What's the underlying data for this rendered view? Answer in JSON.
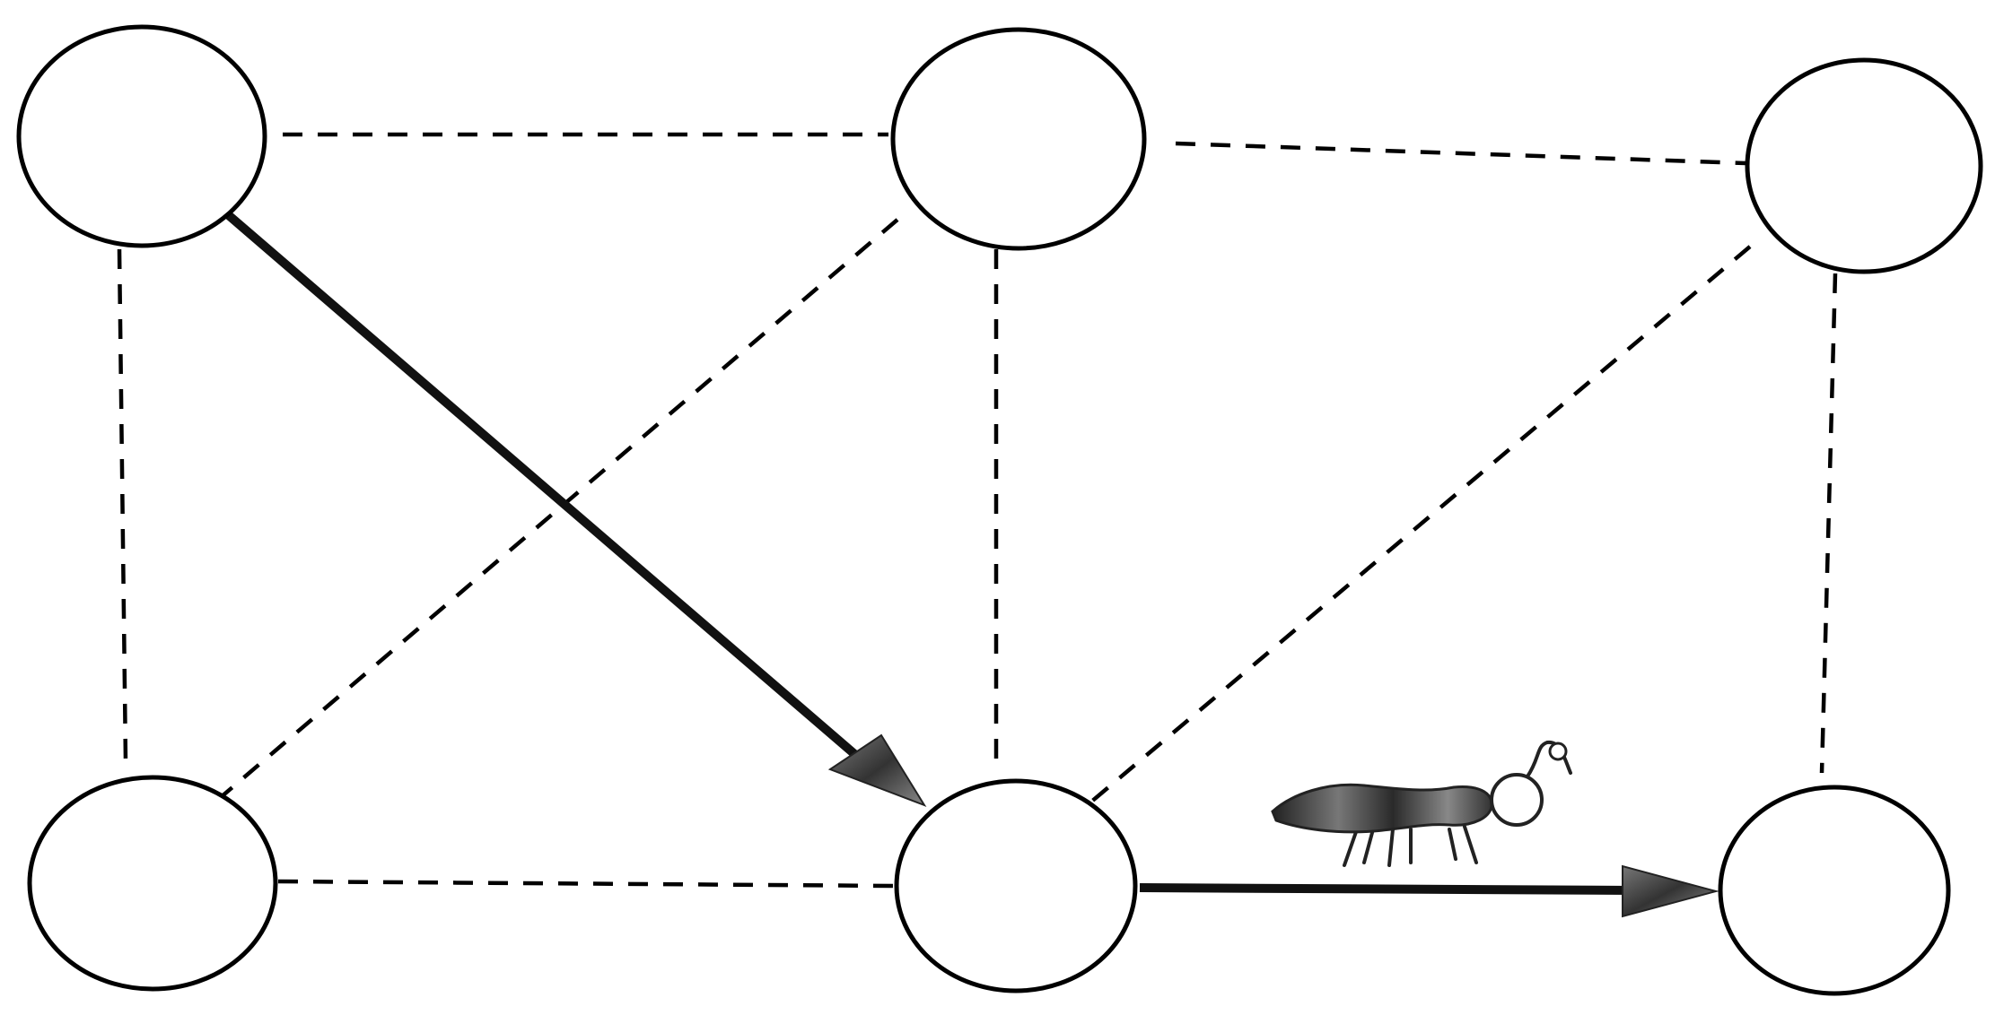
{
  "diagram": {
    "type": "graph",
    "nodes": [
      {
        "id": "n1"
      },
      {
        "id": "n2"
      },
      {
        "id": "n3"
      },
      {
        "id": "n4"
      },
      {
        "id": "n5"
      },
      {
        "id": "n6"
      }
    ],
    "edges": [
      {
        "from": "n1",
        "to": "n2",
        "style": "dashed"
      },
      {
        "from": "n2",
        "to": "n3",
        "style": "dashed"
      },
      {
        "from": "n1",
        "to": "n4",
        "style": "dashed"
      },
      {
        "from": "n2",
        "to": "n5",
        "style": "dashed"
      },
      {
        "from": "n3",
        "to": "n6",
        "style": "dashed"
      },
      {
        "from": "n4",
        "to": "n5",
        "style": "dashed"
      },
      {
        "from": "n2",
        "to": "n4",
        "style": "dashed"
      },
      {
        "from": "n3",
        "to": "n5",
        "style": "dashed"
      }
    ],
    "path_arrows": [
      {
        "from": "n1",
        "to": "n5"
      },
      {
        "from": "n5",
        "to": "n6"
      }
    ],
    "agent_icon": "ant-icon",
    "colors": {
      "line": "#000000",
      "node_fill": "#ffffff",
      "arrow": "#111111"
    }
  }
}
